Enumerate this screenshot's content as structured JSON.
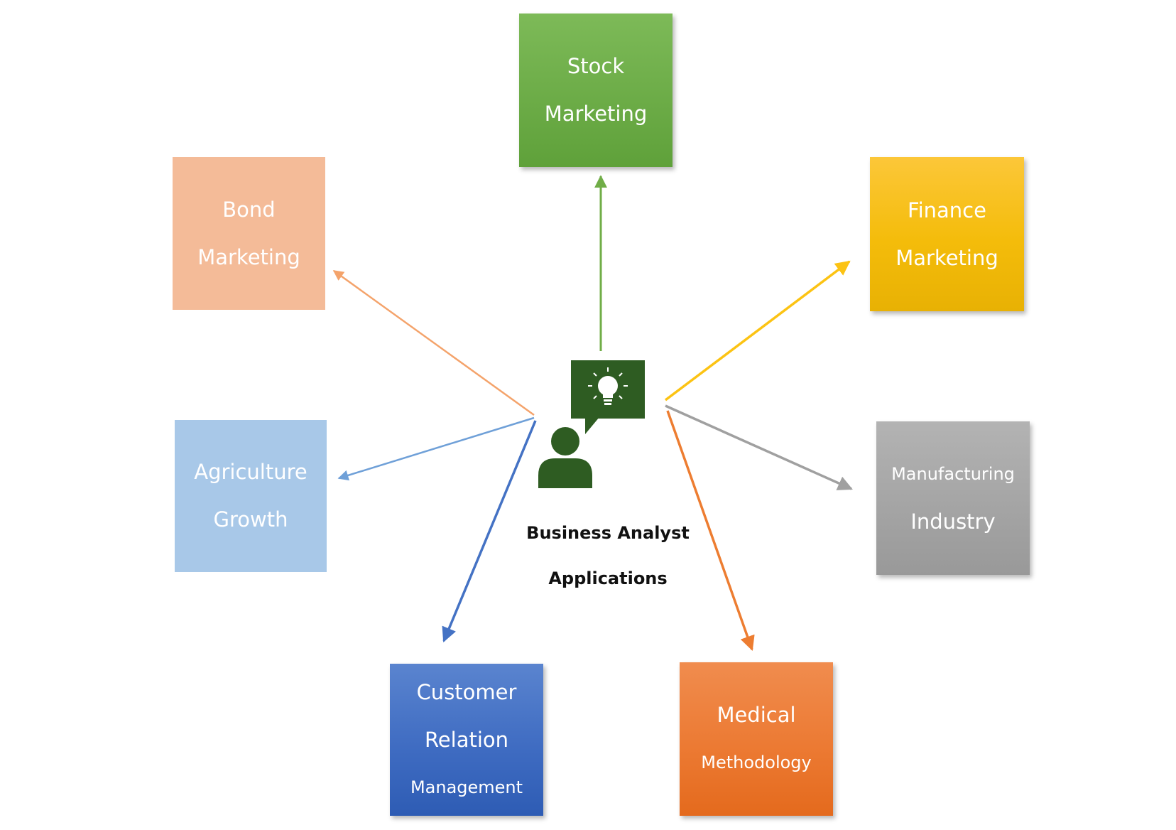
{
  "center": {
    "title_line1": "Business Analyst",
    "title_line2": "Applications",
    "icon": "business-analyst-idea-icon",
    "icon_color": "#2e5c22"
  },
  "nodes": {
    "stock": {
      "line1": "Stock",
      "line2": "Marketing",
      "color": "#6aab45"
    },
    "bond": {
      "line1": "Bond",
      "line2": "Marketing",
      "color": "#f4bb98"
    },
    "finance": {
      "line1": "Finance",
      "line2": "Marketing",
      "color": "#f9c11f"
    },
    "agriculture": {
      "line1": "Agriculture",
      "line2": "Growth",
      "color": "#a8c8e8"
    },
    "manufacturing": {
      "line1": "Manufacturing",
      "line2": "Industry",
      "color": "#a6a6a6"
    },
    "crm": {
      "line1": "Customer",
      "line2": "Relation",
      "line3": "Management",
      "color": "#4472c4"
    },
    "medical": {
      "line1": "Medical",
      "line2": "Methodology",
      "color": "#ed7d31"
    }
  },
  "arrow_colors": {
    "stock": "#70ad47",
    "bond": "#f4a36b",
    "finance": "#fcc313",
    "agriculture": "#6fa0d8",
    "manufacturing": "#a0a0a0",
    "crm": "#4472c4",
    "medical": "#ed7d31"
  }
}
